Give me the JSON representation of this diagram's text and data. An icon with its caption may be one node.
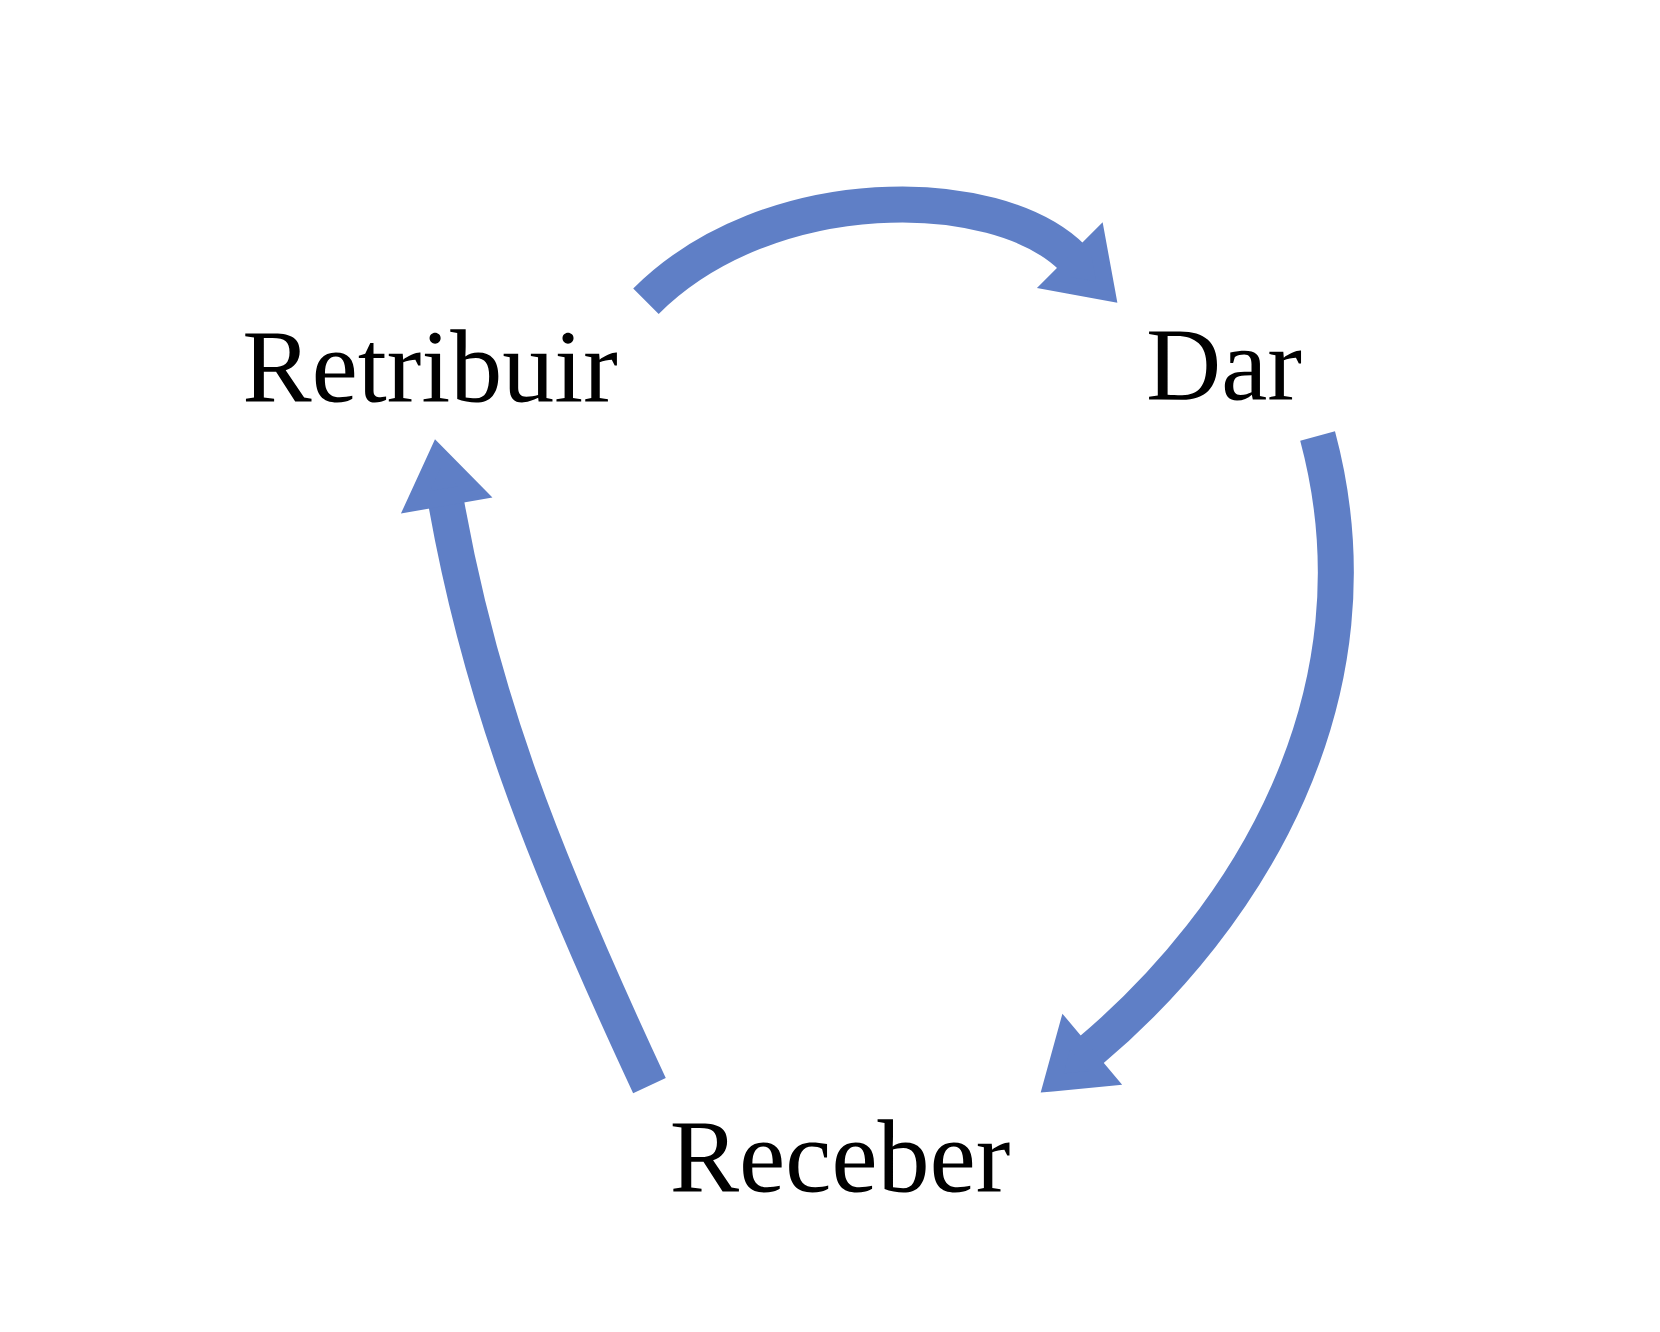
{
  "diagram": {
    "nodes": [
      {
        "text": [
          "Retribuir"
        ]
      },
      {
        "text": [
          "Dar"
        ]
      },
      {
        "text": [
          "Receber"
        ]
      }
    ],
    "edges": [
      {
        "from": 0,
        "to": 1,
        "arrow": "to"
      },
      {
        "from": 1,
        "to": 2,
        "arrow": "to"
      },
      {
        "from": 2,
        "to": 0,
        "arrow": "to"
      }
    ]
  }
}
